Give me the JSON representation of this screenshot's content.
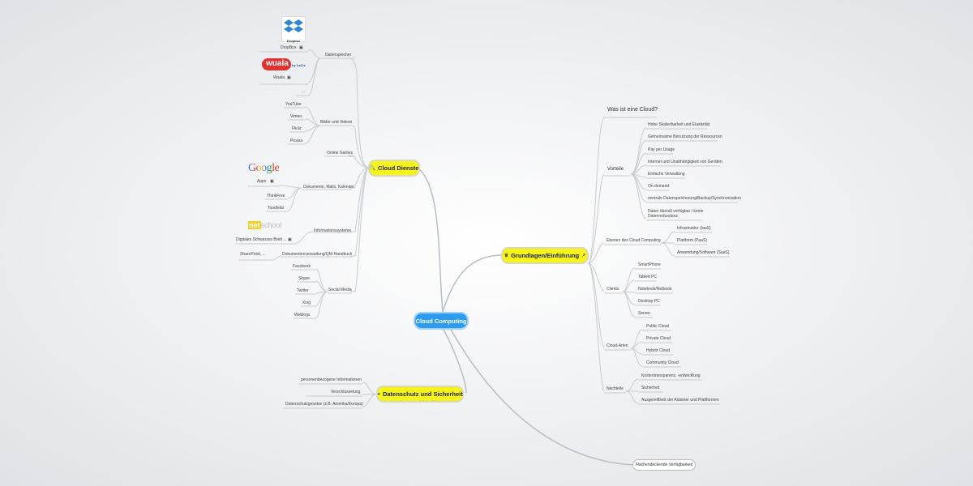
{
  "center": {
    "label": "Cloud Computing"
  },
  "branches": {
    "dienste": {
      "label": "Cloud Dienste"
    },
    "grundlagen": {
      "label": "Grundlagen/Einführung"
    },
    "datenschutz": {
      "label": "Datenschutz und Sicherheit"
    },
    "flaechen": {
      "label": "Flächendeckende Verfügbarkeit"
    }
  },
  "dienste": {
    "datenspeicher": "Datenspeicher",
    "dropbox": "DropBox",
    "dropbox_logo": "Dropbox",
    "wuala_logo": "wuala",
    "wuala_by": "by LaCie",
    "wuala": "Wuala",
    "dots": "...",
    "bilder": "Bilder und Videos",
    "youtube": "YouTube",
    "vimeo": "Vimeo",
    "flickr": "Flickr",
    "picasa": "Picasa",
    "games": "Online Games",
    "dokumente": "Dokumente, Mails, Kalender",
    "google_logo": "Google",
    "apps": "Apps",
    "thinkfree": "ThinkFree",
    "toodledo": "Toodledo",
    "info": "Informationssysteme",
    "net_logo": "net",
    "school_logo": "school",
    "digitales": "Digitales Schwarzes Brett ...",
    "dokverw": "Dokumentenverwaltung/QM-Handbuch",
    "sharepoint": "SharePoint, ...",
    "social": "Social Media",
    "facebook": "Facebook",
    "skype": "Skype",
    "twitter": "Twitter",
    "xing": "Xing",
    "weblogs": "Weblogs"
  },
  "grundlagen": {
    "was": "Was ist eine Cloud?",
    "vorteile": "Vorteile",
    "v": [
      "Hohe Skalierbarkeit und Elastizität",
      "Gemeinsame Benutzung der Ressourcen",
      "Pay per Usage",
      "Internet und Unabhängigkeit von Geräten",
      "Einfache Verwaltung",
      "On demand",
      "zentrale Datenspeicherung/Backup/Synchronisation",
      "Daten überall verfügbar / keine",
      "Datenredundanz"
    ],
    "ebenen": "Ebenen des Cloud Computing",
    "e": [
      "Infrastruktur (IaaS)",
      "Plattform (PaaS)",
      "Anwendung/Software (SaaS)"
    ],
    "clients": "Clients",
    "c": [
      "SmartPhone",
      "Tablett PC",
      "Notebook/Netbook",
      "Desktop PC",
      "Server"
    ],
    "arten": "Cloud-Arten",
    "a": [
      "Public Cloud",
      "Private Cloud",
      "Hybrid Cloud",
      "Community Cloud"
    ],
    "nachteile": "Nachteile",
    "n": [
      "Kostentransparenz, -entwicklung",
      "Sicherheit",
      "Ausgereiftheit der Anbieter und Plattformen"
    ]
  },
  "datenschutz": {
    "d": [
      "personenbezogene Informationen",
      "Verschlüsselung",
      "Datenschutzgesetze (z.B. Amerika/Europa)"
    ]
  },
  "colors": {
    "center": "#2d9bf0",
    "branch": "#f7f41b",
    "edge": "#c8ccd0"
  }
}
